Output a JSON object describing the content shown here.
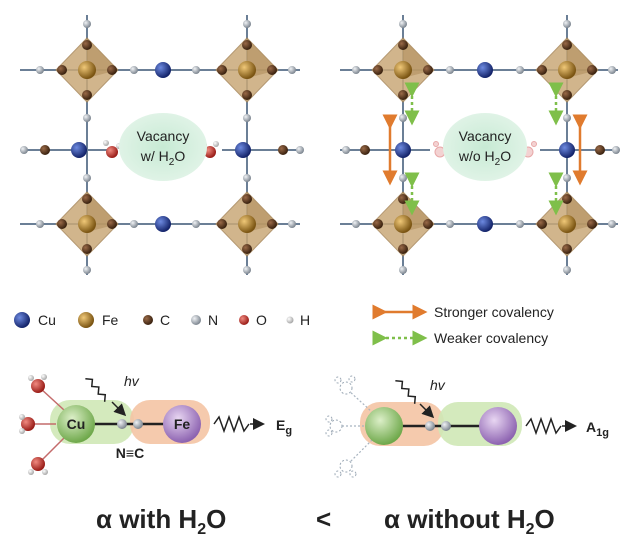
{
  "top_left": {
    "vacancy_line1": "Vacancy",
    "vacancy_line2_prefix": "w/ H",
    "vacancy_sub": "2",
    "vacancy_suffix": "O"
  },
  "top_right": {
    "vacancy_line1": "Vacancy",
    "vacancy_line2_prefix": "w/o H",
    "vacancy_sub": "2",
    "vacancy_suffix": "O"
  },
  "legend_atoms": [
    {
      "label": "Cu",
      "color": "#1f3a8f"
    },
    {
      "label": "Fe",
      "color": "#b8862e"
    },
    {
      "label": "C",
      "color": "#5a3a22"
    },
    {
      "label": "N",
      "color": "#9aa2ab"
    },
    {
      "label": "O",
      "color": "#c2332e"
    },
    {
      "label": "H",
      "color": "#c8c8c8"
    }
  ],
  "legend_bonds": {
    "stronger": "Stronger covalency",
    "weaker": "Weaker covalency"
  },
  "bottom_left": {
    "cu": "Cu",
    "fe": "Fe",
    "hv": "hv",
    "nc": "N≡C",
    "mode": "E",
    "mode_sub": "g"
  },
  "bottom_right": {
    "hv": "hv",
    "mode": "A",
    "mode_sub": "1g"
  },
  "caption": {
    "left_prefix": "α with H",
    "left_sub": "2",
    "left_suffix": "O",
    "relation": "<",
    "right_prefix": "α without H",
    "right_sub": "2",
    "right_suffix": "O"
  },
  "colors": {
    "cu": "#1f3a8f",
    "fe": "#b8862e",
    "octahedron": "#c9a978",
    "vacancy": "#cfe9d8",
    "orange": "#e07b2e",
    "green": "#7fbf4a"
  }
}
